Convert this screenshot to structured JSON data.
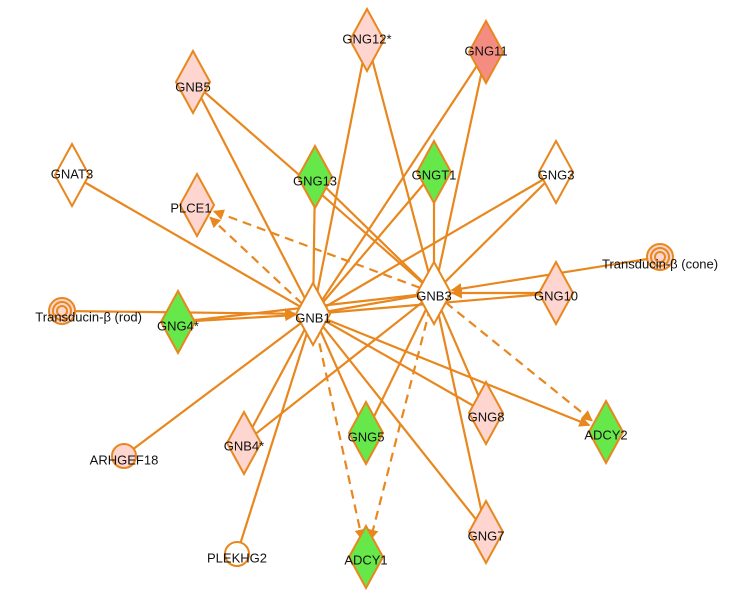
{
  "colors": {
    "edge": "#E8871E",
    "green": "#66E84A",
    "pink_light": "#FFD6CF",
    "pink_mid": "#F9B0A6",
    "pink_dark": "#F58C82",
    "white": "#FFFFFF"
  },
  "nodes": [
    {
      "id": "GNG12",
      "label": "GNG12*",
      "shape": "diamond",
      "color": "pink_light"
    },
    {
      "id": "GNG11",
      "label": "GNG11",
      "shape": "diamond",
      "color": "pink_dark"
    },
    {
      "id": "GNB5",
      "label": "GNB5",
      "shape": "diamond",
      "color": "pink_light"
    },
    {
      "id": "GNAT3",
      "label": "GNAT3",
      "shape": "diamond",
      "color": "white"
    },
    {
      "id": "GNG13",
      "label": "GNG13",
      "shape": "diamond",
      "color": "green"
    },
    {
      "id": "GNGT1",
      "label": "GNGT1",
      "shape": "diamond",
      "color": "green"
    },
    {
      "id": "GNG3",
      "label": "GNG3",
      "shape": "diamond",
      "color": "white"
    },
    {
      "id": "PLCE1",
      "label": "PLCE1",
      "shape": "diamond",
      "color": "pink_light"
    },
    {
      "id": "TBcone",
      "label": "Transducin-β (cone)",
      "shape": "ring",
      "color": "pink_light"
    },
    {
      "id": "GNB3",
      "label": "GNB3",
      "shape": "diamond",
      "color": "white"
    },
    {
      "id": "GNG10",
      "label": "GNG10",
      "shape": "diamond",
      "color": "pink_light"
    },
    {
      "id": "TBrod",
      "label": "Transducin-β (rod)",
      "shape": "ring",
      "color": "pink_light"
    },
    {
      "id": "GNG4",
      "label": "GNG4*",
      "shape": "diamond",
      "color": "green"
    },
    {
      "id": "GNB1",
      "label": "GNB1",
      "shape": "diamond",
      "color": "white"
    },
    {
      "id": "GNG8",
      "label": "GNG8",
      "shape": "diamond",
      "color": "pink_light"
    },
    {
      "id": "ADCY2",
      "label": "ADCY2",
      "shape": "diamond",
      "color": "green"
    },
    {
      "id": "GNG5",
      "label": "GNG5",
      "shape": "diamond",
      "color": "green"
    },
    {
      "id": "ARHGEF18",
      "label": "ARHGEF18",
      "shape": "circle",
      "color": "pink_light"
    },
    {
      "id": "GNB4",
      "label": "GNB4*",
      "shape": "diamond",
      "color": "pink_light"
    },
    {
      "id": "PLEKHG2",
      "label": "PLEKHG2",
      "shape": "circle",
      "color": "white"
    },
    {
      "id": "GNG7",
      "label": "GNG7",
      "shape": "diamond",
      "color": "pink_light"
    },
    {
      "id": "ADCY1",
      "label": "ADCY1",
      "shape": "diamond",
      "color": "green"
    }
  ],
  "edges": [
    {
      "from": "GNB1",
      "to": "GNG12",
      "style": "solid"
    },
    {
      "from": "GNB1",
      "to": "GNG11",
      "style": "solid"
    },
    {
      "from": "GNB1",
      "to": "GNAT3",
      "style": "solid"
    },
    {
      "from": "GNB1",
      "to": "GNG13",
      "style": "solid"
    },
    {
      "from": "GNB1",
      "to": "GNGT1",
      "style": "solid"
    },
    {
      "from": "GNB1",
      "to": "GNG3",
      "style": "solid"
    },
    {
      "from": "GNB1",
      "to": "GNB3",
      "style": "solid"
    },
    {
      "from": "GNB1",
      "to": "GNG10",
      "style": "solid"
    },
    {
      "from": "GNB1",
      "to": "ARHGEF18",
      "style": "solid"
    },
    {
      "from": "GNB1",
      "to": "PLEKHG2",
      "style": "solid"
    },
    {
      "from": "GNB1",
      "to": "GNG5",
      "style": "solid"
    },
    {
      "from": "GNB1",
      "to": "GNB4",
      "style": "solid"
    },
    {
      "from": "GNB1",
      "to": "GNG8",
      "style": "solid"
    },
    {
      "from": "GNB1",
      "to": "GNG7",
      "style": "solid"
    },
    {
      "from": "GNB1",
      "to": "GNB5",
      "style": "solid"
    },
    {
      "from": "TBrod",
      "to": "GNB1",
      "style": "solid",
      "arrow": true
    },
    {
      "from": "GNG4",
      "to": "GNB1",
      "style": "solid",
      "arrow": true
    },
    {
      "from": "GNB1",
      "to": "ADCY2",
      "style": "solid",
      "arrow": true
    },
    {
      "from": "GNB1",
      "to": "PLCE1",
      "style": "dashed",
      "arrow": true
    },
    {
      "from": "GNB1",
      "to": "ADCY1",
      "style": "dashed",
      "arrow": true
    },
    {
      "from": "GNB3",
      "to": "GNG12",
      "style": "solid"
    },
    {
      "from": "GNB3",
      "to": "GNG11",
      "style": "solid"
    },
    {
      "from": "GNB3",
      "to": "GNB5",
      "style": "solid"
    },
    {
      "from": "GNB3",
      "to": "GNG13",
      "style": "solid"
    },
    {
      "from": "GNB3",
      "to": "GNGT1",
      "style": "solid"
    },
    {
      "from": "GNB3",
      "to": "GNG3",
      "style": "solid"
    },
    {
      "from": "GNB3",
      "to": "GNG4",
      "style": "solid"
    },
    {
      "from": "GNB3",
      "to": "GNG5",
      "style": "solid"
    },
    {
      "from": "GNB3",
      "to": "GNG8",
      "style": "solid"
    },
    {
      "from": "GNB3",
      "to": "GNG7",
      "style": "solid"
    },
    {
      "from": "GNB3",
      "to": "GNB4",
      "style": "solid"
    },
    {
      "from": "GNG10",
      "to": "GNB3",
      "style": "solid",
      "arrow": true
    },
    {
      "from": "TBcone",
      "to": "GNB3",
      "style": "solid",
      "arrow": true
    },
    {
      "from": "GNB3",
      "to": "PLCE1",
      "style": "dashed",
      "arrow": true
    },
    {
      "from": "GNB3",
      "to": "ADCY1",
      "style": "dashed",
      "arrow": true
    },
    {
      "from": "GNB3",
      "to": "ADCY2",
      "style": "dashed",
      "arrow": true
    }
  ]
}
